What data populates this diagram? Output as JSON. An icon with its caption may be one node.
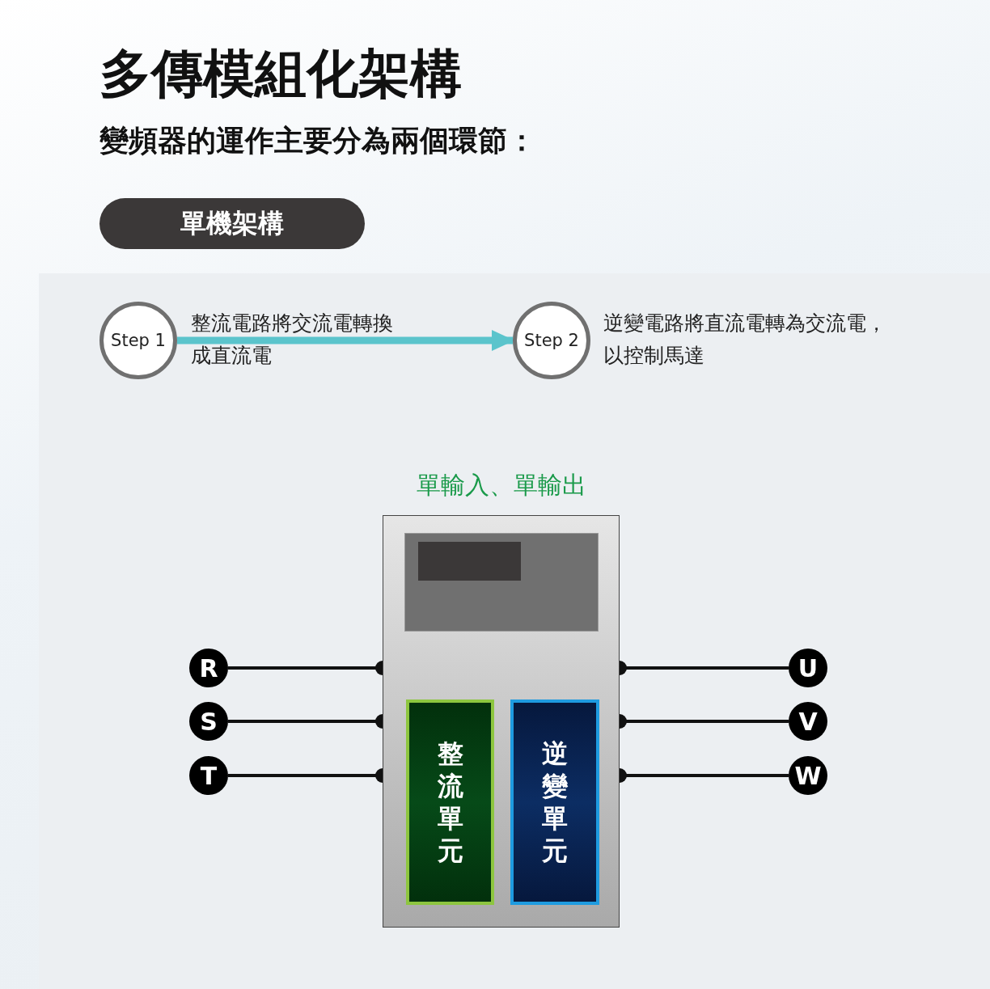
{
  "diagram": {
    "title": "多傳模組化架構",
    "nodes": [
      {
        "text": [
          "單機架構"
        ]
      },
      {
        "text": [
          "Step 1"
        ],
        "beside": [
          "整流電路將交流電轉換成直流電"
        ]
      },
      {
        "text": [
          "Step 2"
        ],
        "beside": [
          "逆變電路將直流電轉為交流電，以控制馬達"
        ]
      },
      {
        "text": [
          "單輸入、單輸出"
        ]
      },
      {
        "text": [
          "整流單元"
        ],
        "in": 3
      },
      {
        "text": [
          "逆變單元"
        ],
        "in": 3
      },
      {
        "text": [
          "R"
        ]
      },
      {
        "text": [
          "S"
        ]
      },
      {
        "text": [
          "T"
        ]
      },
      {
        "text": [
          "U"
        ]
      },
      {
        "text": [
          "V"
        ]
      },
      {
        "text": [
          "W"
        ]
      }
    ],
    "edges": [
      {
        "from": 1,
        "to": 2,
        "arrow": "to",
        "style": "thick",
        "color": "#5bc4cc"
      },
      {
        "from": 6,
        "to": 3,
        "arrow": "other"
      },
      {
        "from": 7,
        "to": 3,
        "arrow": "other"
      },
      {
        "from": 8,
        "to": 3,
        "arrow": "other"
      },
      {
        "from": 9,
        "to": 3,
        "arrow": "other"
      },
      {
        "from": 10,
        "to": 3,
        "arrow": "other"
      },
      {
        "from": 11,
        "to": 3,
        "arrow": "other"
      }
    ],
    "labels": [
      "變頻器的運作主要分為兩個環節："
    ]
  }
}
